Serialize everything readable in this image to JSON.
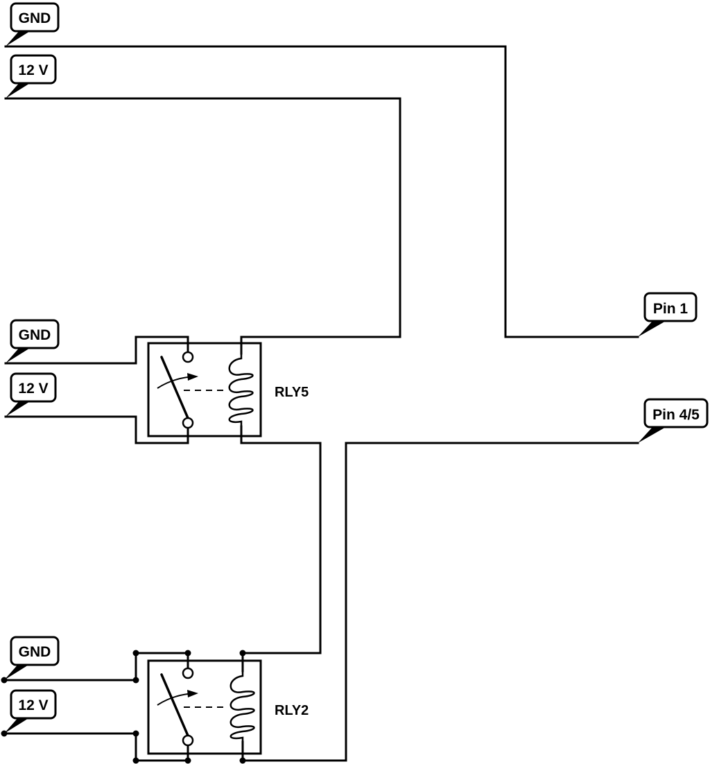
{
  "diagram": {
    "type": "relay wiring schematic",
    "net_tags": [
      {
        "id": "tag-gnd-top",
        "text": "GND"
      },
      {
        "id": "tag-12v-top",
        "text": "12 V"
      },
      {
        "id": "tag-gnd-rly5",
        "text": "GND"
      },
      {
        "id": "tag-12v-rly5",
        "text": "12 V"
      },
      {
        "id": "tag-gnd-rly2",
        "text": "GND"
      },
      {
        "id": "tag-12v-rly2",
        "text": "12 V"
      },
      {
        "id": "tag-pin1",
        "text": "Pin 1"
      },
      {
        "id": "tag-pin45",
        "text": "Pin 4/5"
      }
    ],
    "relays": [
      {
        "id": "rly5",
        "label": "RLY5"
      },
      {
        "id": "rly2",
        "label": "RLY2"
      }
    ]
  }
}
